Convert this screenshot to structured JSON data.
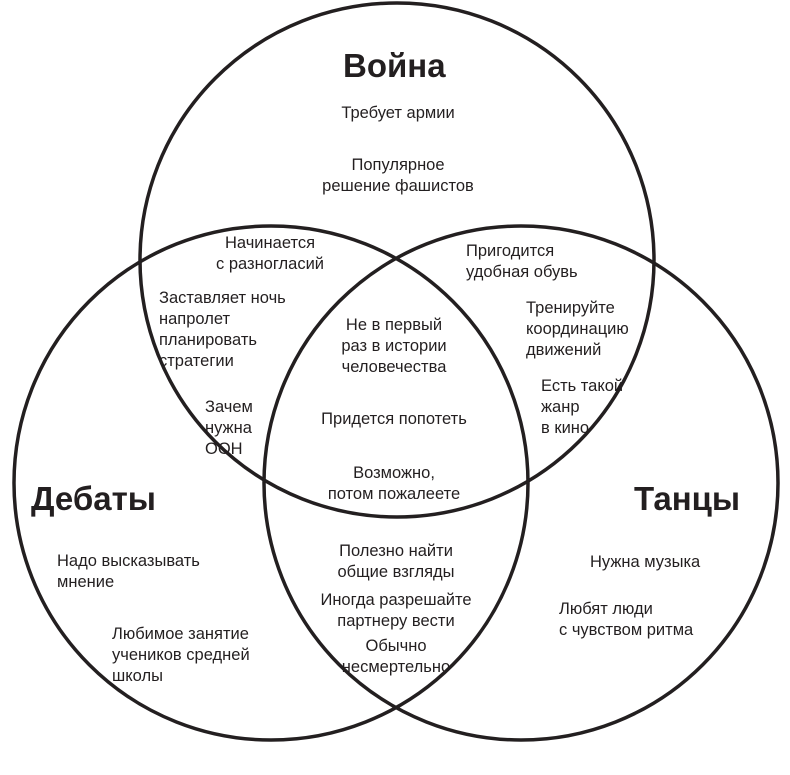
{
  "circles": {
    "war": {
      "title": "Война",
      "notes": [
        [
          "Требует армии"
        ],
        [
          "Популярное",
          "решение фашистов"
        ]
      ]
    },
    "debates": {
      "title": "Дебаты",
      "notes": [
        [
          "Надо высказывать",
          "мнение"
        ],
        [
          "Любимое занятие",
          "учеников средней",
          "школы"
        ]
      ]
    },
    "dances": {
      "title": "Танцы",
      "notes": [
        [
          "Нужна музыка"
        ],
        [
          "Любят люди",
          "с чувством ритма"
        ]
      ]
    }
  },
  "overlaps": {
    "war_debates": [
      [
        "Начинается",
        "с разногласий"
      ],
      [
        "Заставляет ночь",
        "напролет",
        "планировать",
        "стратегии"
      ],
      [
        "Зачем",
        "нужна",
        "ООН"
      ]
    ],
    "war_dances": [
      [
        "Пригодится",
        "удобная обувь"
      ],
      [
        "Тренируйте",
        "координацию",
        "движений"
      ],
      [
        "Есть такой",
        "жанр",
        "в кино"
      ]
    ],
    "all_three": [
      [
        "Не в первый",
        "раз в истории",
        "человечества"
      ],
      [
        "Придется попотеть"
      ],
      [
        "Возможно,",
        "потом пожалеете"
      ]
    ],
    "debates_dances": [
      [
        "Полезно найти",
        "общие взгляды"
      ],
      [
        "Иногда разрешайте",
        "партнеру вести"
      ],
      [
        "Обычно",
        "несмертельно"
      ]
    ]
  },
  "colors": {
    "stroke": "#231f20",
    "text": "#231f20",
    "background": "#ffffff"
  }
}
